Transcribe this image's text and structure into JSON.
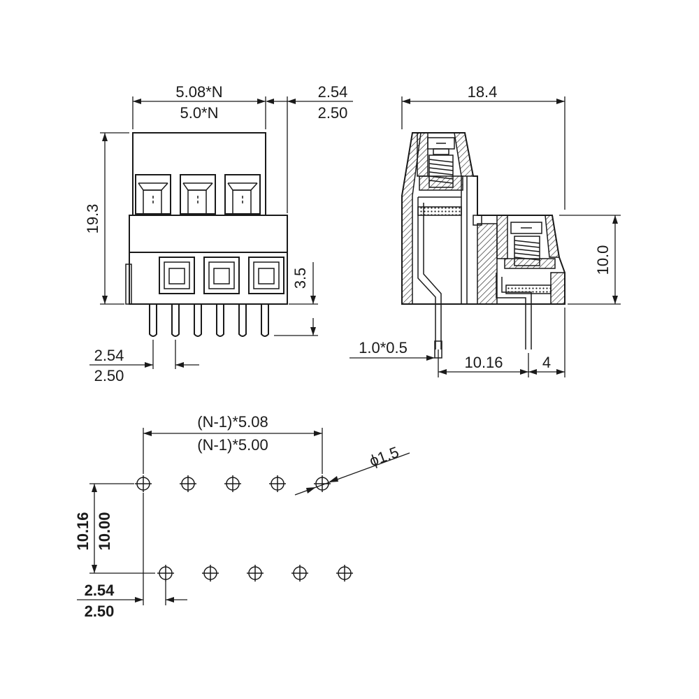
{
  "front_view": {
    "pitch_a": "5.08*N",
    "pitch_b": "5.0*N",
    "offset_a": "2.54",
    "offset_b": "2.50",
    "height": "19.3",
    "pin_length": "3.5",
    "pin_offset_a": "2.54",
    "pin_offset_b": "2.50"
  },
  "side_view": {
    "depth": "18.4",
    "step_height": "10.0",
    "pin_size": "1.0*0.5",
    "pin_spacing": "10.16",
    "rear_offset": "4"
  },
  "footprint": {
    "span_a": "(N-1)*5.08",
    "span_b": "(N-1)*5.00",
    "hole_diameter": "ϕ1.5",
    "row_spacing_a": "10.16",
    "row_spacing_b": "10.00",
    "stagger_a": "2.54",
    "stagger_b": "2.50"
  }
}
